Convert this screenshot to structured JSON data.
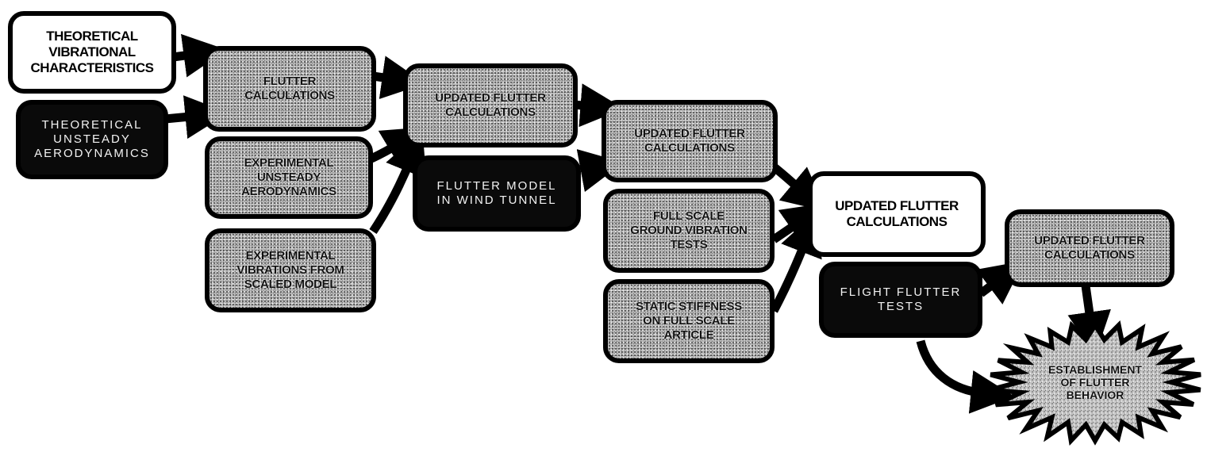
{
  "nodes": {
    "theoretical_vibrational": "THEORETICAL\nVIBRATIONAL\nCHARACTERISTICS",
    "theoretical_unsteady": "THEORETICAL\nUNSTEADY\nAERODYNAMICS",
    "flutter_calculations": "FLUTTER\nCALCULATIONS",
    "experimental_unsteady": "EXPERIMENTAL\nUNSTEADY\nAERODYNAMICS",
    "experimental_vibrations": "EXPERIMENTAL\nVIBRATIONS FROM\nSCALED MODEL",
    "updated_1": "UPDATED FLUTTER\nCALCULATIONS",
    "flutter_model": "FLUTTER MODEL\nIN WIND TUNNEL",
    "updated_2": "UPDATED FLUTTER\nCALCULATIONS",
    "full_scale_gvt": "FULL SCALE\nGROUND VIBRATION\nTESTS",
    "static_stiffness": "STATIC STIFFNESS\nON FULL SCALE\nARTICLE",
    "updated_3": "UPDATED FLUTTER\nCALCULATIONS",
    "flight_flutter_tests": "FLIGHT FLUTTER\nTESTS",
    "updated_4": "UPDATED FLUTTER\nCALCULATIONS",
    "establishment": "ESTABLISHMENT\nOF FLUTTER\nBEHAVIOR"
  },
  "colors": {
    "ink": "#000000",
    "speckle_gray": "#c4c4c4",
    "dark_box": "#0a0a0a",
    "paper": "#ffffff"
  }
}
